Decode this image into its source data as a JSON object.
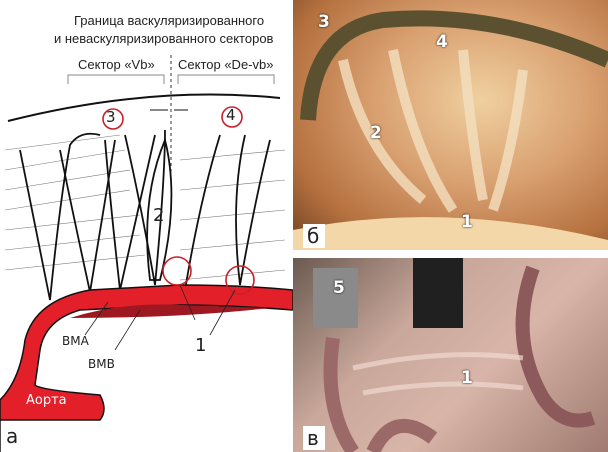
{
  "diagram": {
    "border_title_line1": "Граница васкуляризированного",
    "border_title_line2": "и неваскуляризированного секторов",
    "sector_left": "Сектор «Vb»",
    "sector_right": "Сектор «De-vb»",
    "marker_3": "3",
    "marker_4": "4",
    "label_2": "2",
    "label_1": "1",
    "label_vma": "ВМА",
    "label_vmv": "ВМВ",
    "label_aorta": "Аорта",
    "panel_letter": "а",
    "vessel_color": "#e3202a",
    "circle_color": "#c8202a"
  },
  "photo_b": {
    "panel_letter": "б",
    "label_3": "3",
    "label_4": "4",
    "label_2": "2",
    "label_1": "1"
  },
  "photo_v": {
    "panel_letter": "в",
    "label_5": "5",
    "label_1": "1"
  }
}
